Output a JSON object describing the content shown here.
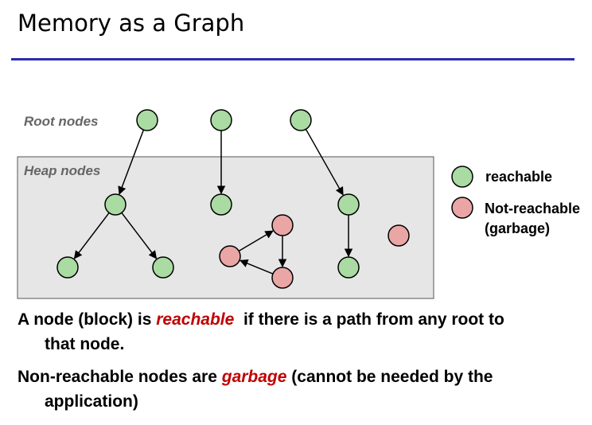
{
  "slide": {
    "title": "Memory as a Graph"
  },
  "diagram": {
    "root_label": "Root nodes",
    "heap_label": "Heap nodes",
    "colors": {
      "reachable": "#a9dba2",
      "not_reachable": "#eaa5a5",
      "node_stroke": "#000000",
      "heap_fill": "#e6e6e6",
      "title_rule": "#2b2bb0",
      "emphasis": "#c00000"
    },
    "nodes": [
      {
        "id": "root1",
        "kind": "reachable"
      },
      {
        "id": "root2",
        "kind": "reachable"
      },
      {
        "id": "root3",
        "kind": "reachable"
      },
      {
        "id": "heapA",
        "kind": "reachable"
      },
      {
        "id": "heapA_left",
        "kind": "reachable"
      },
      {
        "id": "heapA_right",
        "kind": "reachable"
      },
      {
        "id": "heapB",
        "kind": "reachable"
      },
      {
        "id": "heapC",
        "kind": "reachable"
      },
      {
        "id": "heapC_child",
        "kind": "reachable"
      },
      {
        "id": "cycle_top",
        "kind": "not_reachable"
      },
      {
        "id": "cycle_left",
        "kind": "not_reachable"
      },
      {
        "id": "cycle_bottom",
        "kind": "not_reachable"
      },
      {
        "id": "lone_garbage",
        "kind": "not_reachable"
      }
    ],
    "edges": [
      {
        "from": "root1",
        "to": "heapA"
      },
      {
        "from": "heapA",
        "to": "heapA_left"
      },
      {
        "from": "heapA",
        "to": "heapA_right"
      },
      {
        "from": "root2",
        "to": "heapB"
      },
      {
        "from": "root3",
        "to": "heapC"
      },
      {
        "from": "heapC",
        "to": "heapC_child"
      },
      {
        "from": "cycle_left",
        "to": "cycle_top"
      },
      {
        "from": "cycle_top",
        "to": "cycle_bottom"
      },
      {
        "from": "cycle_bottom",
        "to": "cycle_left"
      }
    ]
  },
  "legend": {
    "reachable": "reachable",
    "not_reachable_line1": "Not-reachable",
    "not_reachable_line2": "(garbage)"
  },
  "text": {
    "para1_a": "A node (block) is ",
    "para1_em": "reachable",
    "para1_b": "  if there is a path from any root to",
    "para1_c": "that node.",
    "para2_a": "Non-reachable nodes are ",
    "para2_em": "garbage",
    "para2_b": " (cannot be needed by the",
    "para2_c": "application)"
  }
}
